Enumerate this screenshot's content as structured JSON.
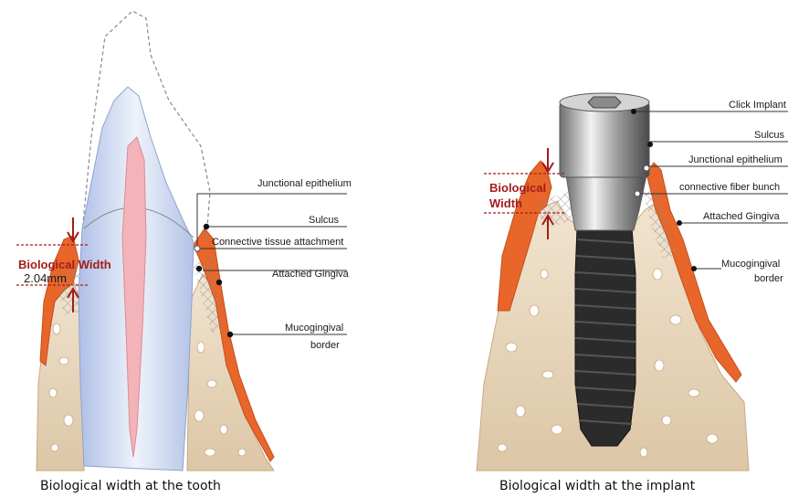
{
  "left_panel": {
    "biological_width_label": "Biological Width",
    "measurement": "2.04mm",
    "labels": {
      "junctional_epithelium": "Junctional epithelium",
      "sulcus": "Sulcus",
      "connective_tissue_attachment": "Connective tissue attachment",
      "attached_gingiva": "Attached Gingiva",
      "mucogingival_line1": "Mucogingival",
      "mucogingival_line2": "border"
    },
    "caption": "Biological width at the tooth"
  },
  "right_panel": {
    "biological_width_line1": "Biological",
    "biological_width_line2": "Width",
    "labels": {
      "click_implant": "Click Implant",
      "sulcus": "Sulcus",
      "junctional_epithelium": "Junctional epithelium",
      "connective_fiber_bunch": "connective fiber bunch",
      "attached_gingiva": "Attached Gingiva",
      "mucogingival_line1": "Mucogingival",
      "mucogingival_line2": "border"
    },
    "caption": "Biological width at the implant"
  },
  "colors": {
    "gingiva": "#e8662a",
    "bone": "#ead7bd",
    "bone_pore": "#ffffff",
    "tooth": "#c9d6ee",
    "pulp": "#f2b4b8",
    "implant_body": "#2b2b2b",
    "abutment": "#b8b8b8",
    "bw_marker": "#a31c1c"
  }
}
